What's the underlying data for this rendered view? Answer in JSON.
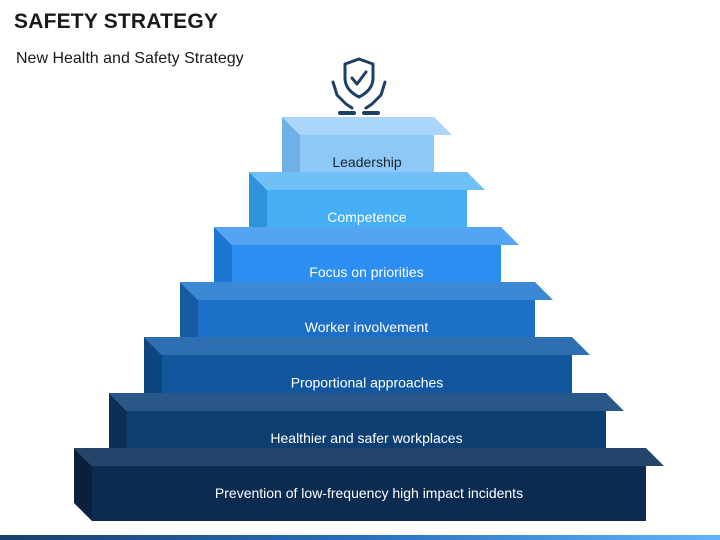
{
  "header": {
    "title": "SAFETY STRATEGY",
    "subtitle": "New Health and Safety Strategy"
  },
  "icon": "shield-check-hands-icon",
  "pyramid": {
    "levels": [
      {
        "label": "Leadership",
        "front": "#8dc8f7",
        "top": "#a9d6fa",
        "side": "#6fb0e6",
        "text_dark": true
      },
      {
        "label": "Competence",
        "front": "#45aef5",
        "top": "#6fc0f7",
        "side": "#2f93db",
        "text_dark": false
      },
      {
        "label": "Focus on priorities",
        "front": "#2b8ef0",
        "top": "#53a5f4",
        "side": "#1d76d0",
        "text_dark": false
      },
      {
        "label": "Worker involvement",
        "front": "#1c6fc6",
        "top": "#3b88d4",
        "side": "#155aa3",
        "text_dark": false
      },
      {
        "label": "Proportional approaches",
        "front": "#12579e",
        "top": "#2e6fb2",
        "side": "#0d4580",
        "text_dark": false
      },
      {
        "label": "Healthier and safer workplaces",
        "front": "#0e3f73",
        "top": "#29578a",
        "side": "#0a3059",
        "text_dark": false
      },
      {
        "label": "Prevention of low-frequency high impact incidents",
        "front": "#0b2b50",
        "top": "#26456c",
        "side": "#08203c",
        "text_dark": false
      }
    ]
  }
}
